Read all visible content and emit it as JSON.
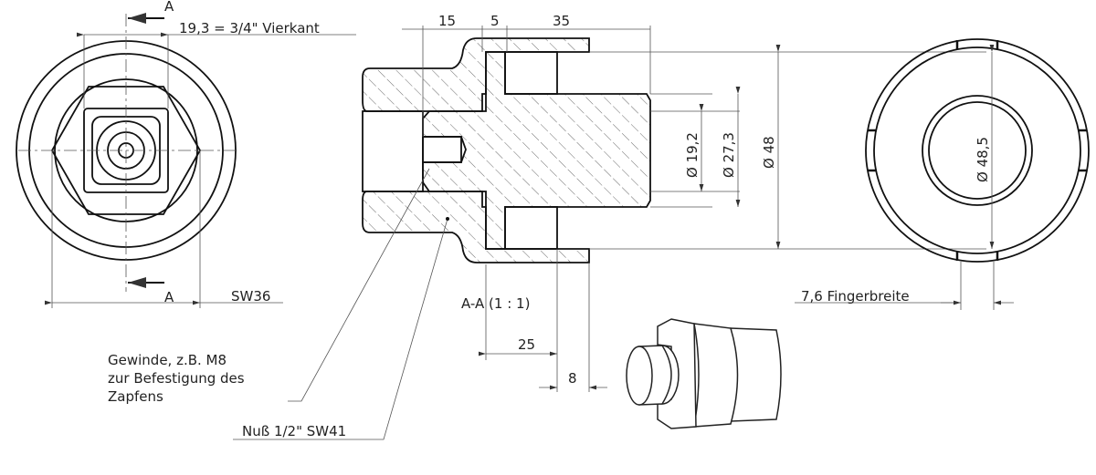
{
  "front_view": {
    "section_mark_top": "A",
    "section_mark_bottom": "A",
    "square_dim": "19,3 = 3/4\" Vierkant",
    "hex_dim": "SW36"
  },
  "section_view": {
    "dim_1": "15",
    "dim_2": "5",
    "dim_3": "35",
    "dia_1": "Ø 19,2",
    "dia_2": "Ø 27,3",
    "dia_3": "Ø 48",
    "title": "A-A (1 : 1)",
    "dim_25": "25",
    "dim_8": "8"
  },
  "side_view": {
    "dia": "Ø 48,5",
    "finger_dim": "7,6 Fingerbreite"
  },
  "notes": {
    "thread_line1": "Gewinde, z.B. M8",
    "thread_line2": "zur Befestigung des",
    "thread_line3": "Zapfens",
    "nut": "Nuß 1/2\" SW41"
  }
}
